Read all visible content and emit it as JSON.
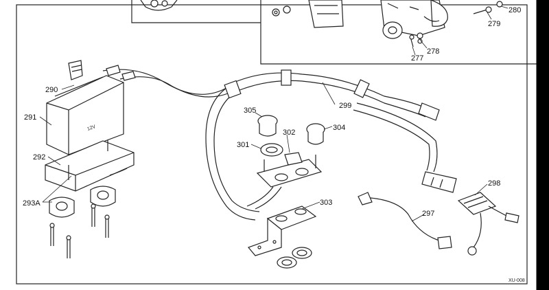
{
  "diagram": {
    "labels": {
      "l277": "277",
      "l278": "278",
      "l279": "279",
      "l280": "280",
      "l290": "290",
      "l291": "291",
      "l292": "292",
      "l293a": "293A",
      "l297": "297",
      "l298": "298",
      "l299": "299",
      "l301": "301",
      "l302": "302",
      "l303": "303",
      "l304": "304",
      "l305": "305"
    },
    "battery_text": "12V",
    "drawing_code": "XU-008"
  },
  "colors": {
    "frame_background": "#000000",
    "sheet": "#ffffff",
    "line": "#222222"
  }
}
